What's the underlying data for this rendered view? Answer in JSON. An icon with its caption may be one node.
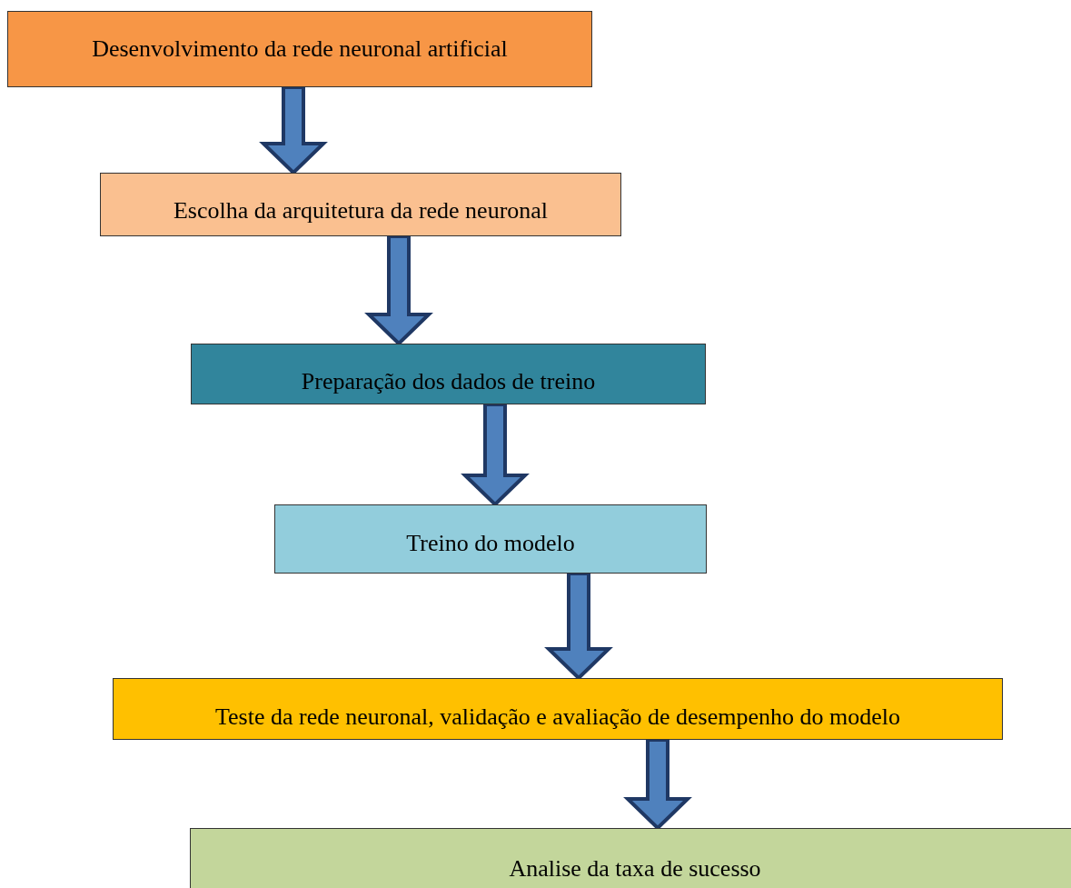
{
  "diagram": {
    "nodes": [
      {
        "text": [
          "Desenvolvimento da rede neuronal artificial"
        ]
      },
      {
        "text": [
          "Escolha da arquitetura da rede neuronal"
        ]
      },
      {
        "text": [
          "Preparação dos dados de treino"
        ]
      },
      {
        "text": [
          "Treino do modelo"
        ]
      },
      {
        "text": [
          "Teste da rede neuronal, validação e avaliação de desempenho do modelo"
        ]
      },
      {
        "text": [
          "Analise da taxa de sucesso"
        ]
      }
    ],
    "edges": [
      {
        "from": 0,
        "to": 1,
        "arrow": "to"
      },
      {
        "from": 1,
        "to": 2,
        "arrow": "to"
      },
      {
        "from": 2,
        "to": 3,
        "arrow": "to"
      },
      {
        "from": 3,
        "to": 4,
        "arrow": "to"
      },
      {
        "from": 4,
        "to": 5,
        "arrow": "to"
      }
    ]
  }
}
